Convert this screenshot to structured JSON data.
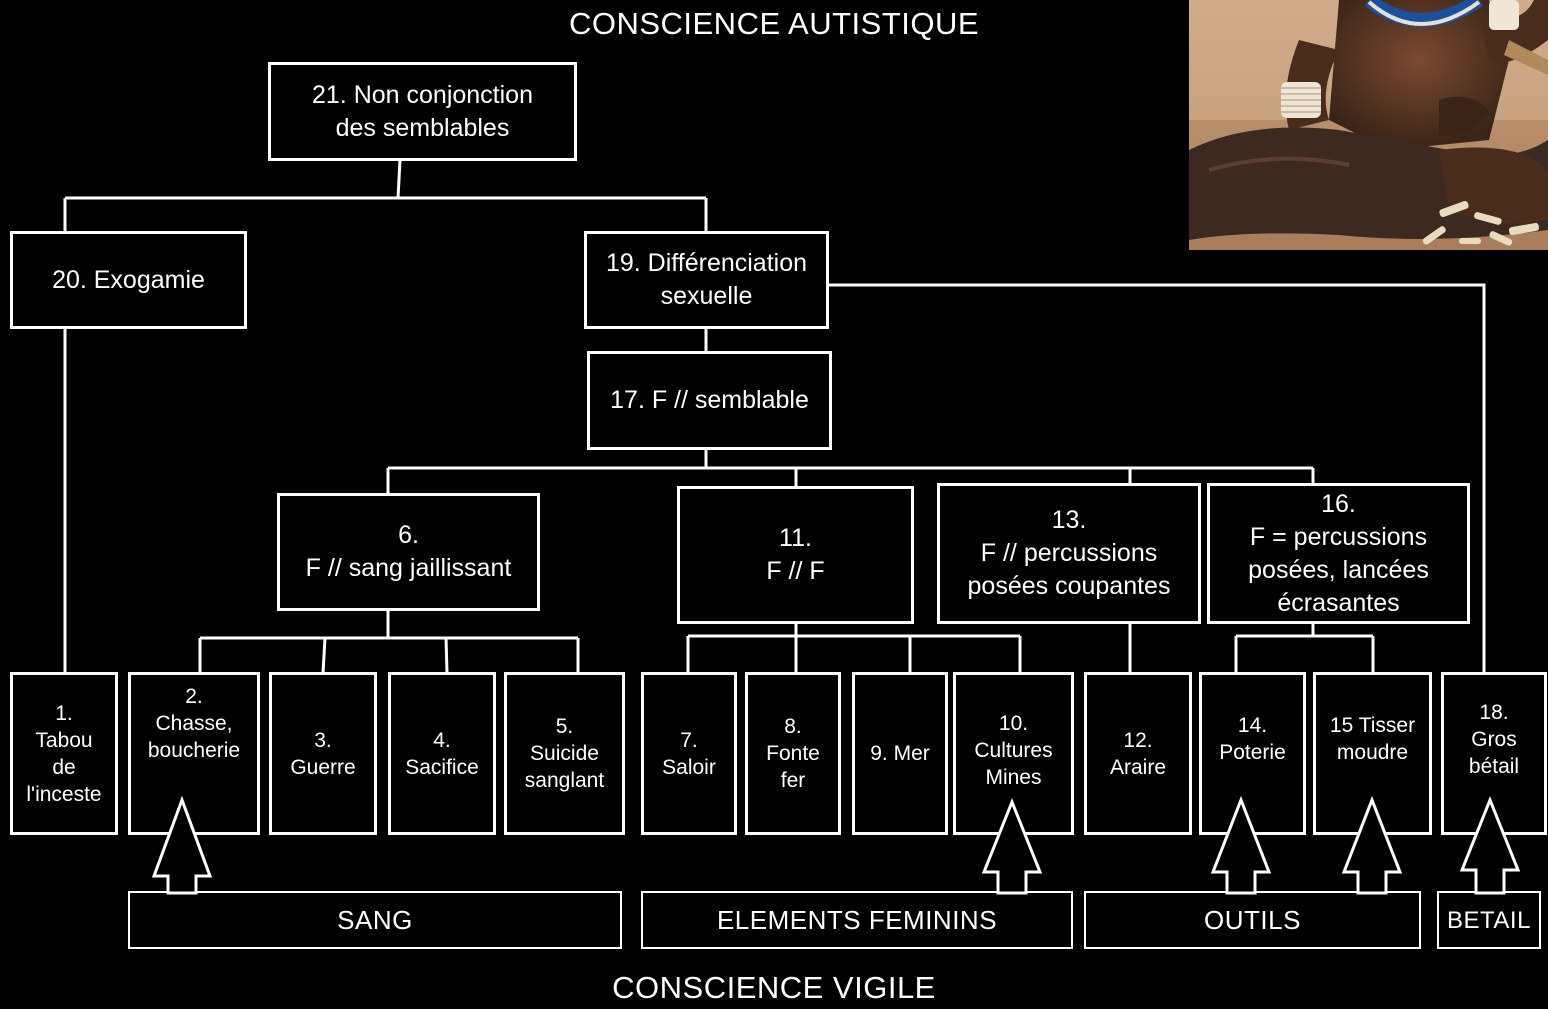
{
  "titles": {
    "top": "CONSCIENCE AUTISTIQUE",
    "bottom": "CONSCIENCE VIGILE"
  },
  "nodes": {
    "n21": "21. Non conjonction\ndes semblables",
    "n20": "20. Exogamie",
    "n19": "19. Différenciation\nsexuelle",
    "n17": "17. F // semblable",
    "n6": "6.\nF // sang jaillissant",
    "n11": "11.\nF // F",
    "n13": "13.\nF // percussions\nposées coupantes",
    "n16": "16.\nF = percussions\nposées, lancées\nécrasantes",
    "n1": "1.\nTabou\nde\nl'inceste",
    "n2": "2.\nChasse,\nboucherie",
    "n3": "3.\nGuerre",
    "n4": "4.\nSacifice",
    "n5": "5.\nSuicide\nsanglant",
    "n7": "7.\nSaloir",
    "n8": "8.\nFonte\nfer",
    "n9": "9. Mer",
    "n10": "10.\nCultures\nMines",
    "n12": "12.\nAraire",
    "n14": "14.\nPoterie",
    "n15": "15 Tisser\nmoudre",
    "n18": "18.\nGros\nbétail"
  },
  "groups": {
    "sang": "SANG",
    "elements_feminins": "ELEMENTS FEMININS",
    "outils": "OUTILS",
    "betail": "BETAIL"
  },
  "colors": {
    "background": "#000000",
    "foreground": "#ffffff"
  }
}
